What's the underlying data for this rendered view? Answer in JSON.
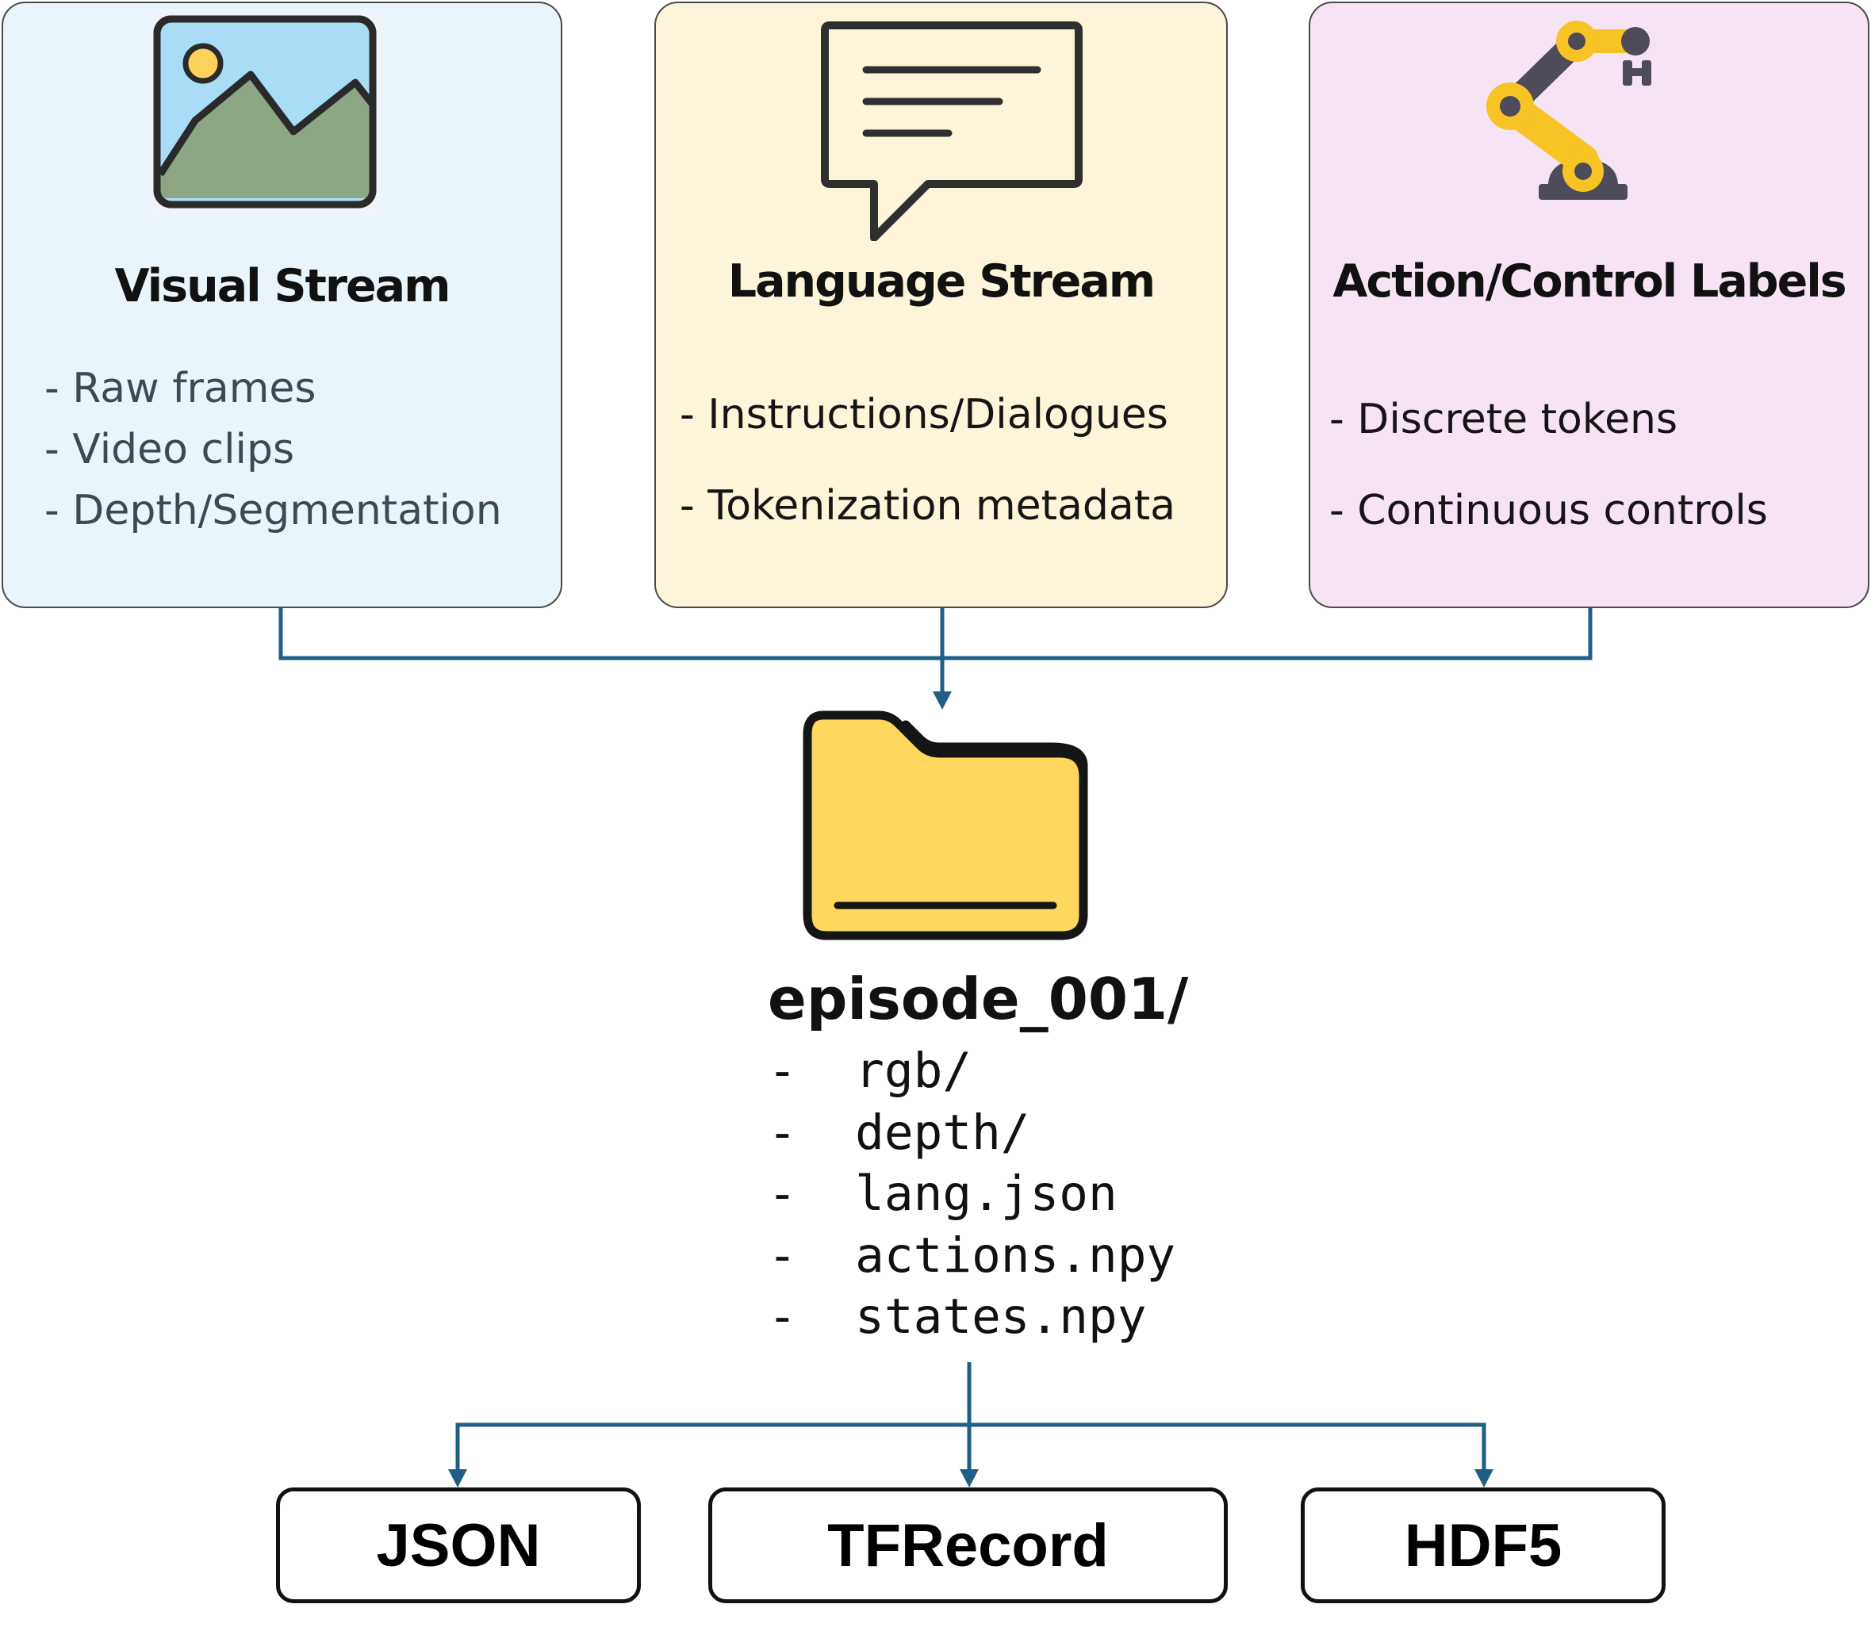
{
  "cards": {
    "visual": {
      "title": "Visual Stream",
      "icon": "image-icon",
      "items": [
        "- Raw frames",
        "- Video clips",
        "- Depth/Segmentation"
      ]
    },
    "language": {
      "title": "Language Stream",
      "icon": "speech-bubble-icon",
      "items": [
        "- Instructions/Dialogues",
        "- Tokenization metadata"
      ]
    },
    "action": {
      "title": "Action/Control Labels",
      "icon": "robot-arm-icon",
      "items": [
        "- Discrete tokens",
        "- Continuous controls"
      ]
    }
  },
  "episode": {
    "icon": "folder-icon",
    "title": "episode_001/",
    "files": [
      "-  rgb/",
      "-  depth/",
      "-  lang.json",
      "-  actions.npy",
      "-  states.npy"
    ]
  },
  "formats": [
    "JSON",
    "TFRecord",
    "HDF5"
  ],
  "colors": {
    "visual_bg": "#eaf5fb",
    "language_bg": "#fdf5d9",
    "action_bg": "#f6e4f5",
    "connector": "#1f5f85",
    "folder_fill": "#fdd75e",
    "robot_yellow": "#f7c325"
  }
}
